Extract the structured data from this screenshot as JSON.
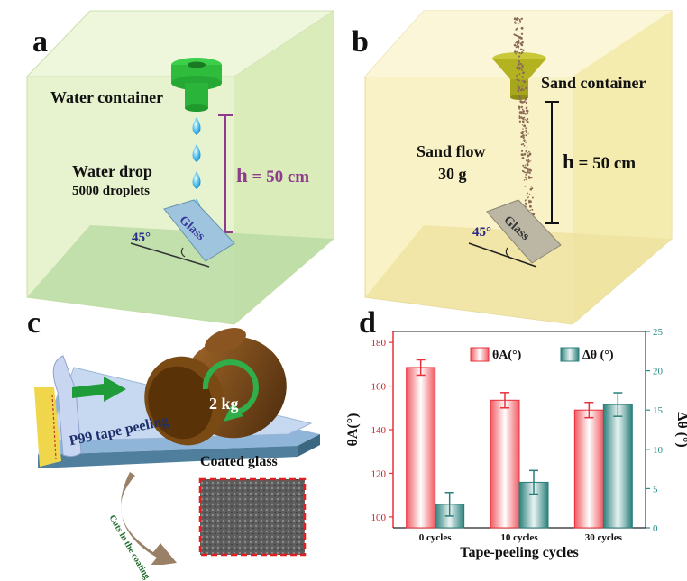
{
  "panels": {
    "a": {
      "letter": "a",
      "container_label": "Water container",
      "drop_label": "Water drop",
      "count_label": "5000 droplets",
      "height_var": "h",
      "height_value": "= 50 cm",
      "glass_label": "Glass",
      "angle_label": "45°"
    },
    "b": {
      "letter": "b",
      "container_label": "Sand container",
      "flow_label": "Sand flow",
      "mass_label": "30 g",
      "height_var": "h",
      "height_value": "= 50 cm",
      "glass_label": "Glass",
      "angle_label": "45°"
    },
    "c": {
      "letter": "c",
      "weight_label": "2 kg",
      "tape_label": "P99 tape peeling",
      "glass_label": "Coated glass",
      "cuts_label": "Cuts in the coating"
    },
    "d": {
      "letter": "d"
    }
  },
  "colors": {
    "panel_a_box": "#dfeec2",
    "panel_b_box": "#f7efb8",
    "height_a": "#8e3b8e",
    "bar_red": "#e8303a",
    "bar_teal": "#2a7f7a",
    "right_axis": "#2a8f8a"
  },
  "chart_data": {
    "type": "bar",
    "xlabel": "Tape-peeling cycles",
    "ylabel_left": "θA(°)",
    "ylabel_right": "Δθ (°)",
    "categories": [
      "0 cycles",
      "10 cycles",
      "30 cycles"
    ],
    "left_ylim": [
      95,
      185
    ],
    "left_ticks": [
      "100",
      "120",
      "140",
      "160",
      "180"
    ],
    "right_ylim": [
      0,
      25
    ],
    "right_ticks": [
      "0",
      "5",
      "10",
      "15",
      "20",
      "25"
    ],
    "legend_placement": "top",
    "series": [
      {
        "name": "θA(°)",
        "axis": "left",
        "values": [
          168.5,
          153.5,
          149
        ],
        "errors": [
          3.5,
          3.5,
          3.5
        ],
        "color": "#e8303a"
      },
      {
        "name": "Δθ (°)",
        "axis": "right",
        "values": [
          3,
          5.8,
          15.7
        ],
        "errors": [
          1.5,
          1.5,
          1.5
        ],
        "color": "#2a7f7a"
      }
    ]
  }
}
